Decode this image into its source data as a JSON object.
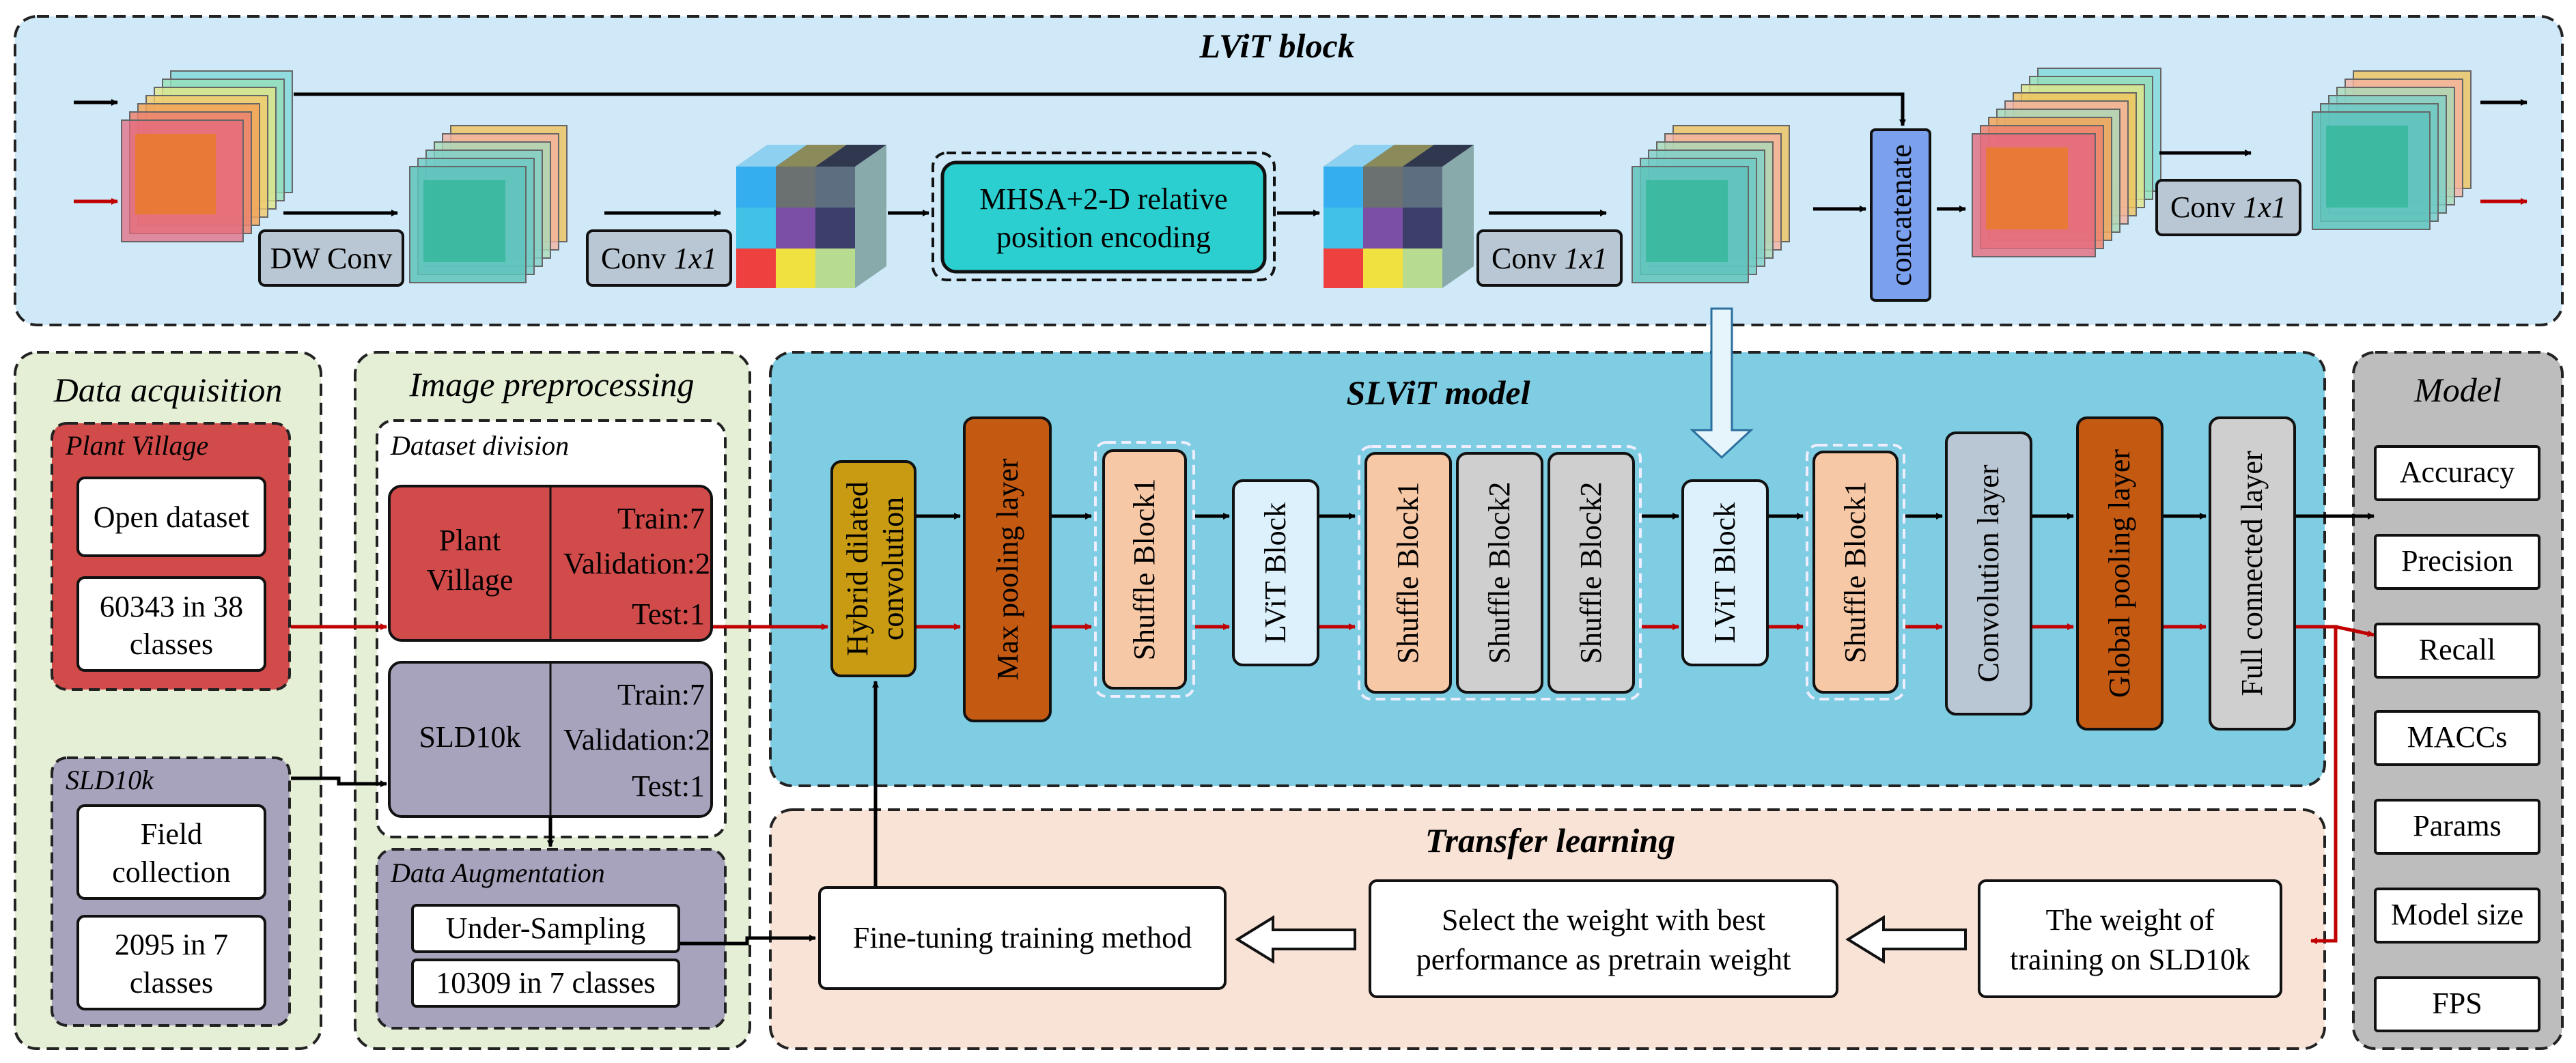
{
  "lvit_block": {
    "title": "LViT block",
    "dw_conv": "DW Conv",
    "conv_a": "Conv ",
    "conv_b": "1x1",
    "mhsa_line1": "MHSA+2-D relative",
    "mhsa_line2": "position encoding",
    "concatenate": "concatenate"
  },
  "data_acquisition": {
    "title": "Data acquisition",
    "plant_village": {
      "tag": "Plant Village",
      "item1": "Open dataset",
      "item2_line1": "60343 in 38",
      "item2_line2": "classes"
    },
    "sld10k": {
      "tag": "SLD10k",
      "item1_line1": "Field",
      "item1_line2": "collection",
      "item2_line1": "2095 in 7",
      "item2_line2": "classes"
    }
  },
  "image_preprocessing": {
    "title": "Image preprocessing",
    "dataset_division": "Dataset division",
    "pv_line1": "Plant",
    "pv_line2": "Village",
    "sld": "SLD10k",
    "train": "Train:7",
    "validation": "Validation:2",
    "test": "Test:1",
    "data_augmentation": "Data Augmentation",
    "under_sampling": "Under-Sampling",
    "augmented_count": "10309 in 7 classes"
  },
  "slvit_model": {
    "title": "SLViT model",
    "hybrid_line1": "Hybrid dilated",
    "hybrid_line2": "convolution",
    "max_pooling": "Max pooling layer",
    "shuffle1": "Shuffle Block1",
    "shuffle2": "Shuffle Block2",
    "lvit": "LViT Block",
    "convolution": "Convolution layer",
    "global_pooling": "Global pooling layer",
    "full_connected": "Full connected layer"
  },
  "transfer_learning": {
    "title": "Transfer learning",
    "fine_tuning": "Fine-tuning training method",
    "select_line1": "Select the weight with best",
    "select_line2": "performance as pretrain weight",
    "weight_line1": "The weight of",
    "weight_line2": "training on SLD10k"
  },
  "model_metrics": {
    "title": "Model",
    "items": [
      "Accuracy",
      "Precision",
      "Recall",
      "MACCs",
      "Params",
      "Model size",
      "FPS"
    ]
  },
  "colors": {
    "lvit_bg": "#cfe9f9",
    "acq_bg": "#e4efd6",
    "slvit_bg": "#7fcde3",
    "transfer_bg": "#f9e3d6",
    "model_bg": "#bdbdbd",
    "red_box": "#d24b4b",
    "purple_box": "#a8a3bd",
    "gold": "#c89b13",
    "rust": "#c45a12",
    "peach": "#f7c8a6",
    "light_blue": "#dcf1fc",
    "gray_box": "#cfcfcf",
    "blue_gray": "#b9c6d3",
    "teal": "#2bcfcf",
    "concat_blue": "#7aa0ee",
    "arrow_red": "#c00000"
  }
}
